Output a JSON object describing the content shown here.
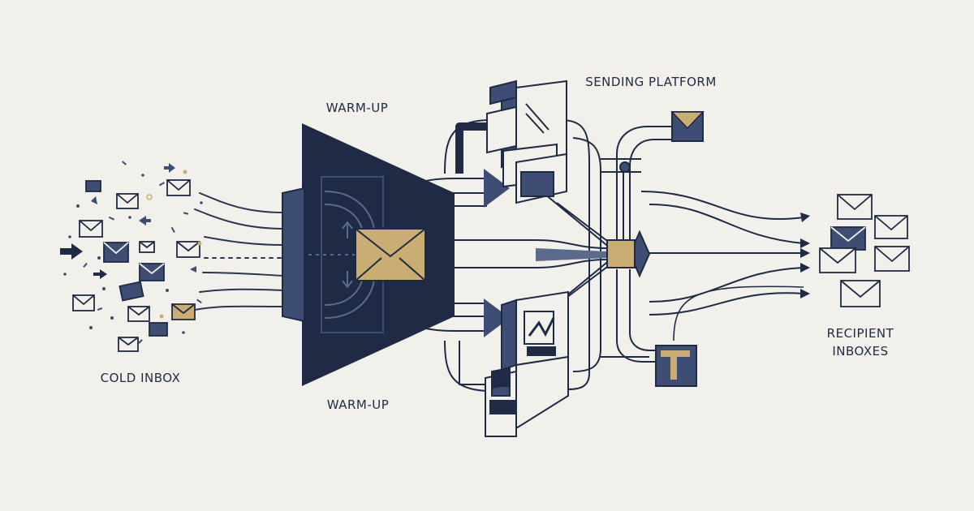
{
  "labels": {
    "cold_inbox": "COLD INBOX",
    "warm_up_top": "WARM-UP",
    "warm_up_bottom": "WARM-UP",
    "sending_platform": "SENDING PLATFORM",
    "recipient_line1": "RECIPIENT",
    "recipient_line2": "INBOXES"
  },
  "colors": {
    "background": "#f2f0ea",
    "navy": "#1f2a44",
    "slate": "#3d4d73",
    "gold": "#c9ad72",
    "line": "#2b3550"
  },
  "icons": [
    "envelope-icon",
    "arrow-icon",
    "funnel-icon",
    "server-icon",
    "router-node-icon",
    "mailbox-icon"
  ]
}
